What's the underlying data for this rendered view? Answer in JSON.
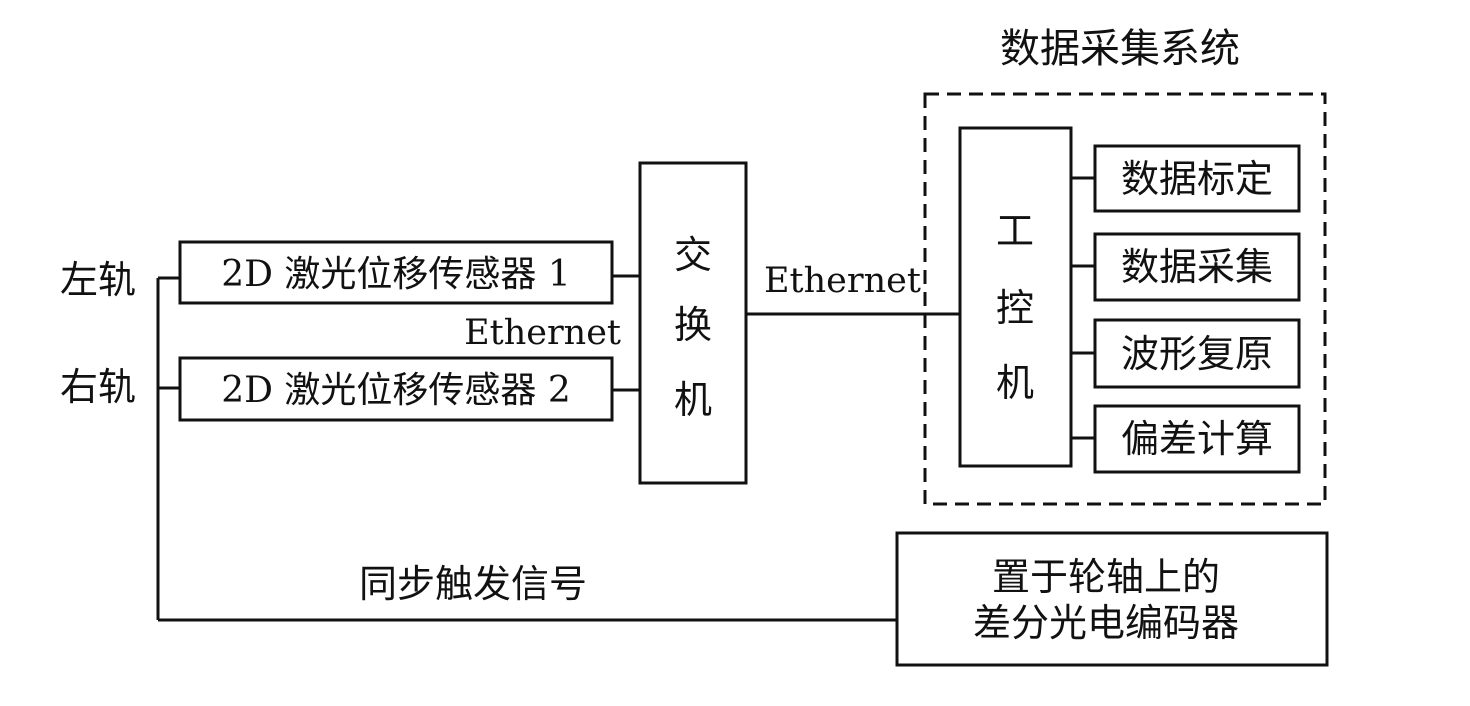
{
  "diagram": {
    "labels": {
      "left_rail": "左轨",
      "right_rail": "右轨",
      "sensor1": "2D 激光位移传感器 1",
      "sensor2": "2D 激光位移传感器 2",
      "ethernet_left": "Ethernet",
      "ethernet_right": "Ethernet",
      "switch": [
        "交",
        "换",
        "机"
      ],
      "ipc": [
        "工",
        "控",
        "机"
      ],
      "system_title": "数据采集系统",
      "functions": [
        "数据标定",
        "数据采集",
        "波形复原",
        "偏差计算"
      ],
      "trigger_signal": "同步触发信号",
      "encoder": [
        "置于轮轴上的",
        "差分光电编码器"
      ]
    },
    "colors": {
      "stroke": "#111111",
      "background": "#ffffff"
    }
  }
}
